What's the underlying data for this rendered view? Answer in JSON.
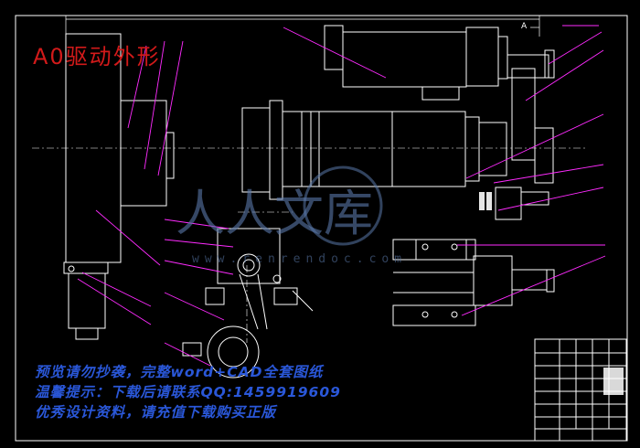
{
  "drawing": {
    "title": "A0驱动外形",
    "section_label": "A"
  },
  "notice": {
    "line1": "预览请勿抄袭，完整word+CAD全套图纸",
    "line2": "温馨提示：下载后请联系QQ:1459919609",
    "line3": "优秀设计资料，请充值下载购买正版"
  },
  "watermark": {
    "logo_text": "人人文库",
    "site": "www.renrendoc.com"
  },
  "colors": {
    "background": "#000000",
    "linework": "#ffffff",
    "leaders": "#ff2bff",
    "title": "#d21a1a",
    "notice": "#2a57d8"
  }
}
